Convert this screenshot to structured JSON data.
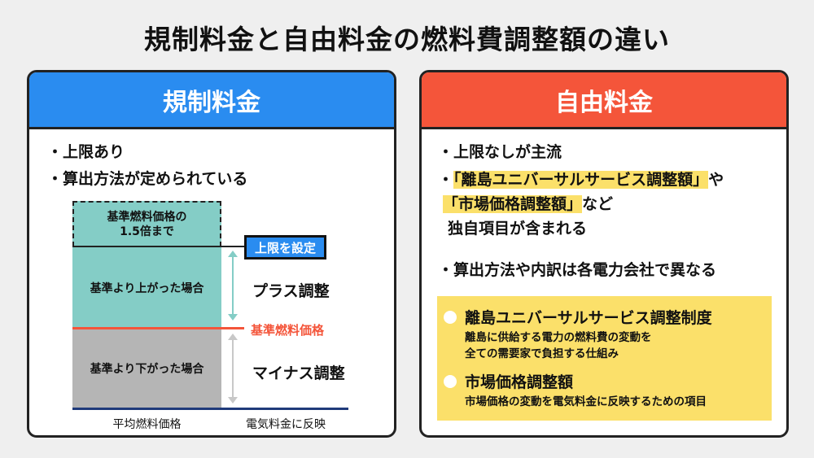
{
  "title": "規制料金と自由料金の燃料費調整額の違い",
  "colors": {
    "regulated": "#2a8cf0",
    "free": "#f4553a",
    "teal": "#84cdc6",
    "gray": "#b5b5b5",
    "highlight": "#fbe06a",
    "red_line": "#f4553a",
    "base_line": "#1f3a7a"
  },
  "regulated": {
    "header": "規制料金",
    "bullets": [
      "・上限あり",
      "・算出方法が定められている"
    ],
    "diagram": {
      "cap_box": "基準燃料価格の\n1.5倍まで",
      "cap_label": "上限を設定",
      "upper_box": "基準より上がった場合",
      "plus_label": "プラス調整",
      "base_label": "基準燃料価格",
      "lower_box": "基準より下がった場合",
      "minus_label": "マイナス調整",
      "x_left": "平均燃料価格",
      "x_right": "電気料金に反映"
    }
  },
  "free": {
    "header": "自由料金",
    "bullet1": "・上限なしが主流",
    "bullet2_prefix": "・",
    "bullet2_hl1": "「離島ユニバーサルサービス調整額」",
    "bullet2_suffix": "や",
    "bullet2_hl2": "「市場価格調整額」",
    "bullet2_suffix2": "など",
    "bullet2_line3": "独自項目が含まれる",
    "bullet3": "・算出方法や内訳は各電力会社で異なる",
    "notes": [
      {
        "title": "離島ユニバーサルサービス調整制度",
        "desc": [
          "離島に供給する電力の燃料費の変動を",
          "全ての需要家で負担する仕組み"
        ]
      },
      {
        "title": "市場価格調整額",
        "desc": [
          "市場価格の変動を電気料金に反映するための項目"
        ]
      }
    ]
  }
}
